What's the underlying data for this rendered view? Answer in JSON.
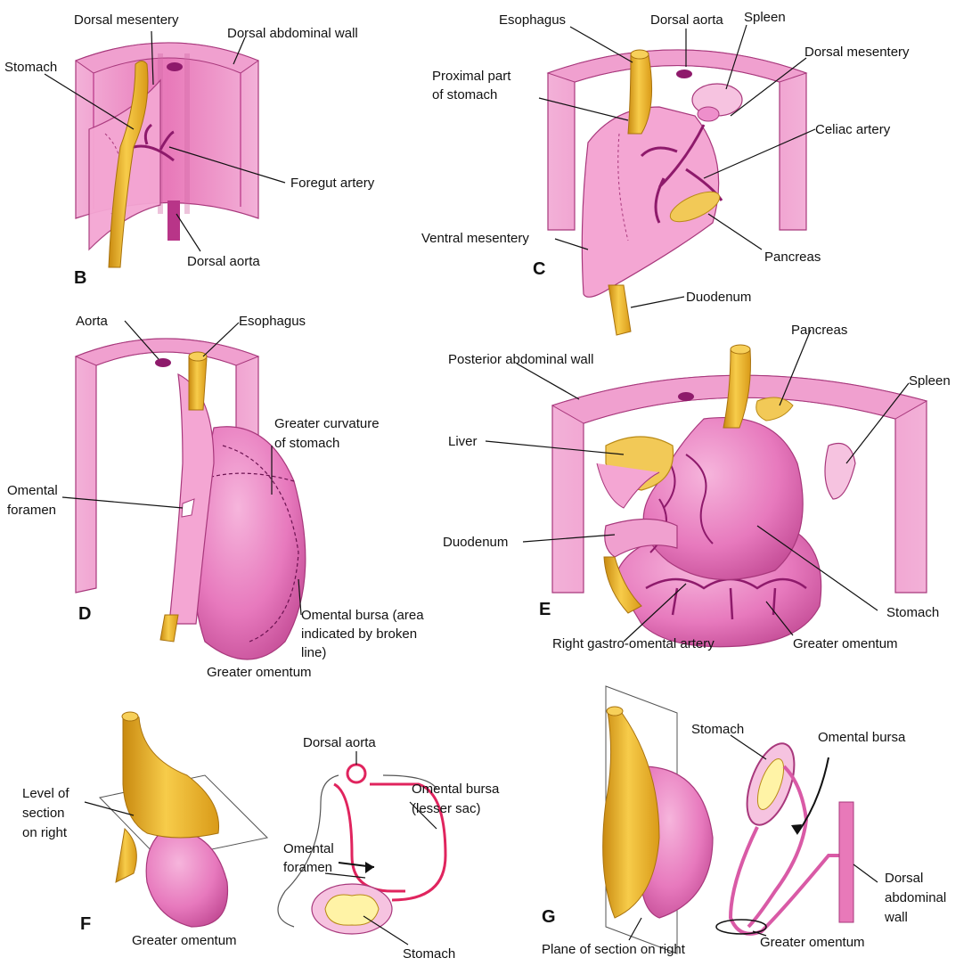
{
  "panels": {
    "B": {
      "letter": "B",
      "labels": {
        "dorsal_mesentery": "Dorsal mesentery",
        "dorsal_abdominal_wall": "Dorsal abdominal wall",
        "stomach": "Stomach",
        "foregut_artery": "Foregut artery",
        "dorsal_aorta": "Dorsal aorta"
      }
    },
    "C": {
      "letter": "C",
      "labels": {
        "esophagus": "Esophagus",
        "dorsal_aorta": "Dorsal aorta",
        "spleen": "Spleen",
        "dorsal_mesentery": "Dorsal mesentery",
        "proximal_stomach_1": "Proximal part",
        "proximal_stomach_2": "of stomach",
        "celiac_artery": "Celiac artery",
        "ventral_mesentery": "Ventral mesentery",
        "pancreas": "Pancreas",
        "duodenum": "Duodenum"
      }
    },
    "D": {
      "letter": "D",
      "labels": {
        "aorta": "Aorta",
        "esophagus": "Esophagus",
        "greater_curvature_1": "Greater curvature",
        "greater_curvature_2": "of stomach",
        "omental_foramen_1": "Omental",
        "omental_foramen_2": "foramen",
        "omental_bursa_1": "Omental bursa (area",
        "omental_bursa_2": "indicated by broken",
        "omental_bursa_3": "line)",
        "greater_omentum": "Greater omentum"
      }
    },
    "E": {
      "letter": "E",
      "labels": {
        "pancreas": "Pancreas",
        "posterior_abdominal_wall": "Posterior abdominal wall",
        "spleen": "Spleen",
        "liver": "Liver",
        "duodenum": "Duodenum",
        "stomach": "Stomach",
        "right_gastro_omental_artery": "Right gastro-omental artery",
        "greater_omentum": "Greater omentum"
      }
    },
    "F": {
      "letter": "F",
      "labels": {
        "level_1": "Level of",
        "level_2": "section",
        "level_3": "on right",
        "dorsal_aorta": "Dorsal aorta",
        "omental_bursa_1": "Omental bursa",
        "omental_bursa_2": "(lesser sac)",
        "omental_foramen_1": "Omental",
        "omental_foramen_2": "foramen",
        "greater_omentum": "Greater omentum",
        "stomach": "Stomach"
      }
    },
    "G": {
      "letter": "G",
      "labels": {
        "stomach": "Stomach",
        "omental_bursa": "Omental bursa",
        "dorsal_wall_1": "Dorsal",
        "dorsal_wall_2": "abdominal",
        "dorsal_wall_3": "wall",
        "plane_of_section": "Plane of section on right",
        "greater_omentum": "Greater omentum"
      }
    }
  },
  "colors": {
    "wall": "#e879b9",
    "wall_dark": "#c24a94",
    "wall_light": "#f6c3e0",
    "organ": "#ee8fcb",
    "organ_dark": "#cf5aa6",
    "gut": "#f2b62c",
    "gut_dark": "#c98a10",
    "artery": "#8e1a6b",
    "pancreas": "#f2c957",
    "bursa_line": "#e0245e"
  }
}
